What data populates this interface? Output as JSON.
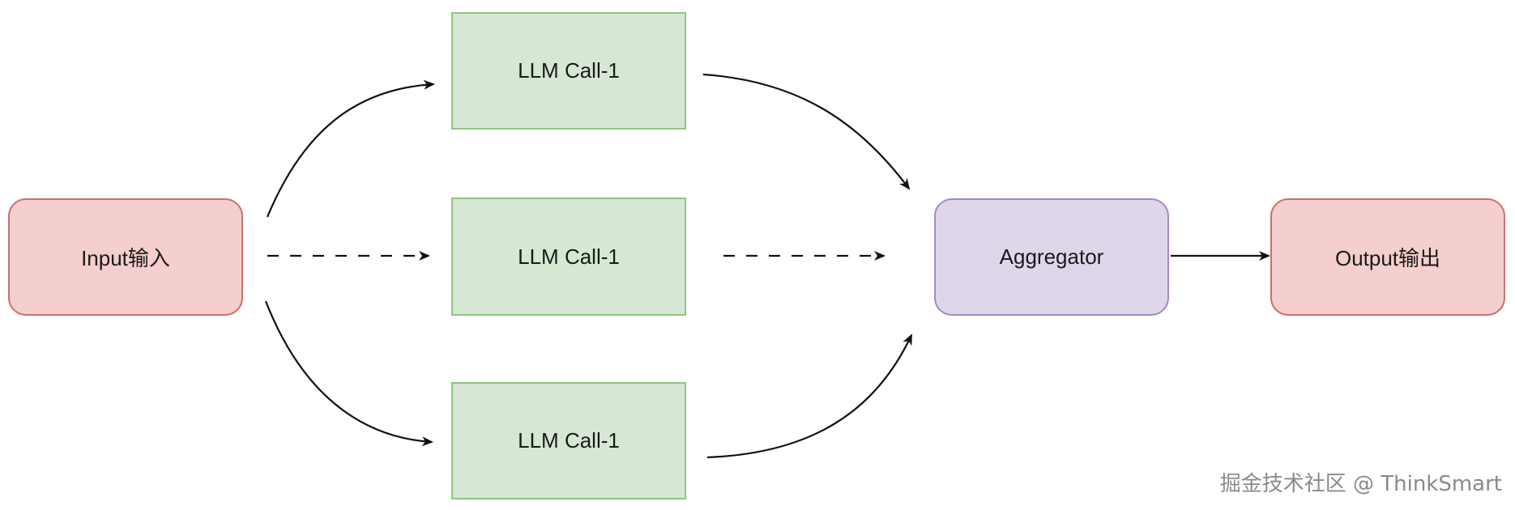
{
  "nodes": {
    "input": "Input输入",
    "llm_call_top": "LLM Call-1",
    "llm_call_middle": "LLM Call-1",
    "llm_call_bottom": "LLM Call-1",
    "aggregator": "Aggregator",
    "output": "Output输出"
  },
  "watermark": "掘金技术社区 @ ThinkSmart",
  "colors": {
    "io_fill": "#f4cfcd",
    "io_border": "#c9706b",
    "llm_fill": "#d6e8d3",
    "llm_border": "#8fc482",
    "aggregator_fill": "#e0d6ea",
    "aggregator_border": "#a58abd",
    "edge": "#111111"
  }
}
